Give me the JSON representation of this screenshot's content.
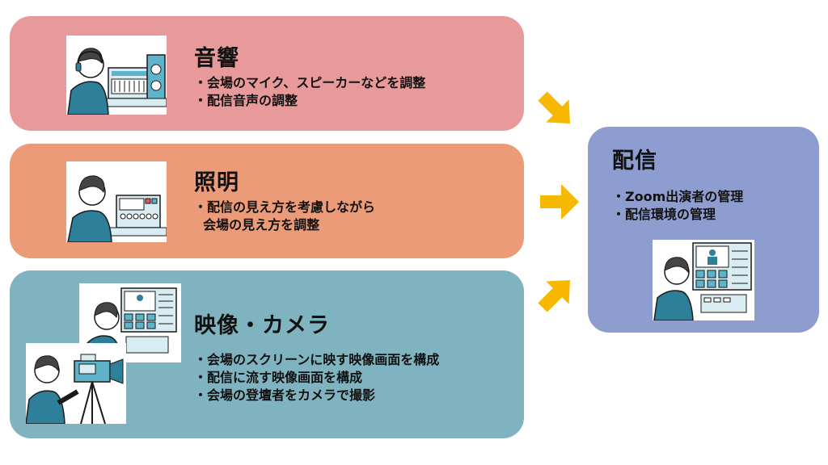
{
  "sound": {
    "title": "音響",
    "bullets": [
      "・会場のマイク、スピーカーなどを調整",
      "・配信音声の調整"
    ]
  },
  "lighting": {
    "title": "照明",
    "bullets": [
      "・配信の見え方を考慮しながら",
      "  会場の見え方を調整"
    ]
  },
  "video": {
    "title": "映像・カメラ",
    "bullets": [
      "・会場のスクリーンに映す映像画面を構成",
      "・配信に流す映像画面を構成",
      "・会場の登壇者をカメラで撮影"
    ]
  },
  "distribution": {
    "title": "配信",
    "bullets": [
      "・Zoom出演者の管理",
      "・配信環境の管理"
    ]
  },
  "colors": {
    "sound": "#e89a9b",
    "lighting": "#eb9b78",
    "video": "#7fb3bf",
    "distribution": "#8e9dcf",
    "arrow": "#f6b800",
    "figure": "#2e7f99",
    "outline": "#1a1a1a"
  },
  "icons": [
    "audio-engineer-illustration",
    "lighting-operator-illustration",
    "video-switcher-illustration",
    "camera-operator-illustration",
    "stream-operator-illustration",
    "arrow-icon"
  ]
}
